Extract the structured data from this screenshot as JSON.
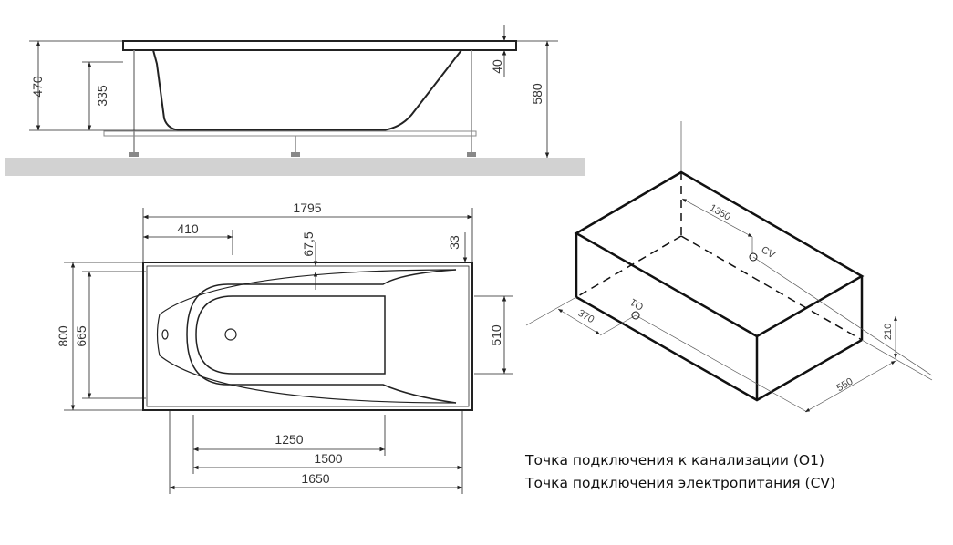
{
  "side_view": {
    "dims": {
      "total_height": "470",
      "inner_depth": "335",
      "rim": "40",
      "max_height": "580"
    }
  },
  "top_view": {
    "dims": {
      "length": "1795",
      "drain_offset": "410",
      "rim_side": "67,5",
      "rim_end": "33",
      "width": "800",
      "inner_width": "665",
      "bottom_width": "510",
      "bottom_length": "1250",
      "frame_inner": "1500",
      "frame_outer": "1650"
    }
  },
  "iso_view": {
    "dims": {
      "cv_offset": "1350",
      "o1_offset": "370",
      "height": "210",
      "depth": "550"
    },
    "labels": {
      "cv": "CV",
      "o1": "O1"
    }
  },
  "legend": {
    "line1": "Точка подключения к канализации (О1)",
    "line2": "Точка подключения электропитания (CV)"
  }
}
